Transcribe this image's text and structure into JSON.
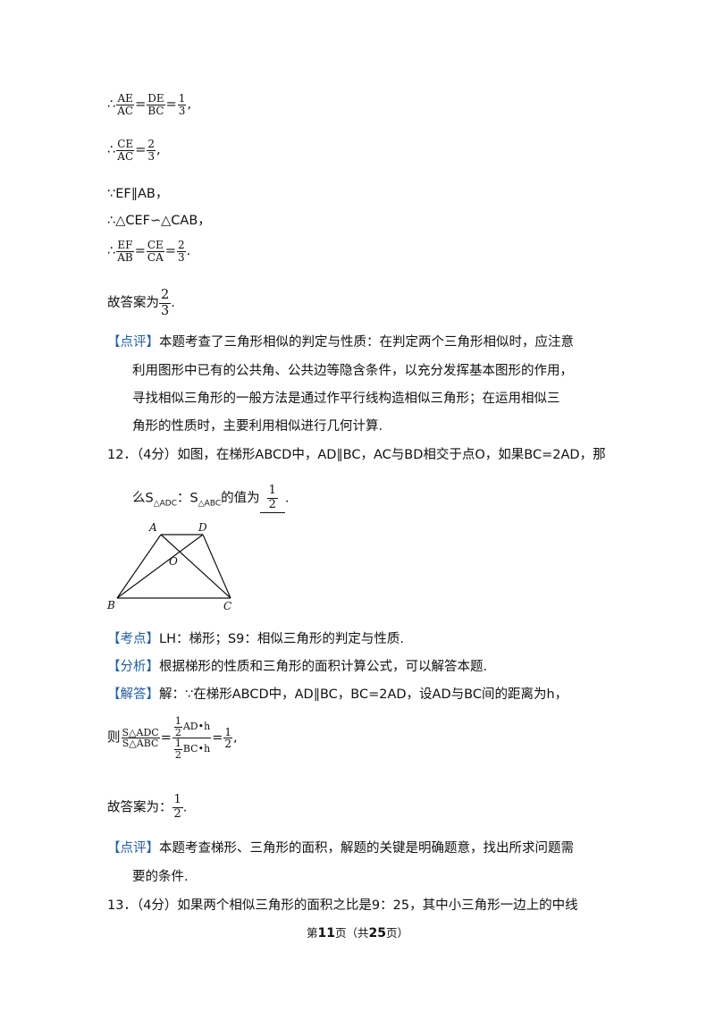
{
  "lines": {
    "l1": {
      "prefix": "∴",
      "f1n": "AE",
      "f1d": "AC",
      "eq1": "=",
      "f2n": "DE",
      "f2d": "BC",
      "eq2": "=",
      "f3n": "1",
      "f3d": "3",
      "tail": ","
    },
    "l2": {
      "prefix": "∴",
      "f1n": "CE",
      "f1d": "AC",
      "eq1": "=",
      "f2n": "2",
      "f2d": "3",
      "tail": ","
    },
    "l3": "∵EF∥AB，",
    "l4": "∴△CEF∽△CAB，",
    "l5": {
      "prefix": "∴",
      "f1n": "EF",
      "f1d": "AB",
      "eq1": "=",
      "f2n": "CE",
      "f2d": "CA",
      "eq2": "=",
      "f3n": "2",
      "f3d": "3",
      "tail": "."
    },
    "l6": {
      "text": "故答案为",
      "n": "2",
      "d": "3",
      "tail": "."
    }
  },
  "review1": {
    "tag": "【点评】",
    "text1": "本题考查了三角形相似的判定与性质：在判定两个三角形相似时，应注意",
    "text2": "利用图形中已有的公共角、公共边等隐含条件，以充分发挥基本图形的作用，",
    "text3": "寻找相似三角形的一般方法是通过作平行线构造相似三角形；在运用相似三",
    "text4": "角形的性质时，主要利用相似进行几何计算."
  },
  "q12": {
    "stem1": "12．（4分）如图，在梯形ABCD中，AD∥BC，AC与BD相交于点O，如果BC=2AD，那",
    "stem2a": "么S",
    "sub1": "△ADC",
    "stem2b": "：S",
    "sub2": "△ABC",
    "stem2c": "的值为",
    "ans_n": "1",
    "ans_d": "2",
    "stem2d": "."
  },
  "figure": {
    "A": "A",
    "D": "D",
    "O": "O",
    "B": "B",
    "C": "C"
  },
  "kaodian": {
    "tag": "【考点】",
    "text": "LH：梯形；S9：相似三角形的判定与性质."
  },
  "fenxi": {
    "tag": "【分析】",
    "text": "根据梯形的性质和三角形的面积计算公式，可以解答本题."
  },
  "jieda": {
    "tag": "【解答】",
    "text": "解：∵在梯形ABCD中，AD∥BC，BC=2AD，设AD与BC间的距离为h，"
  },
  "eq": {
    "prefix": "则",
    "lhs_n": "S△ADC",
    "lhs_d": "S△ABC",
    "eq1": "=",
    "top_half_n": "1",
    "top_half_d": "2",
    "top_rest": "AD•h",
    "bot_half_n": "1",
    "bot_half_d": "2",
    "bot_rest": "BC•h",
    "eq2": "=",
    "res_n": "1",
    "res_d": "2",
    "tail": ","
  },
  "answer2": {
    "text": "故答案为：",
    "n": "1",
    "d": "2",
    "tail": "."
  },
  "review2": {
    "tag": "【点评】",
    "text1": "本题考查梯形、三角形的面积，解题的关键是明确题意，找出所求问题需",
    "text2": "要的条件."
  },
  "q13": "13．（4分）如果两个相似三角形的面积之比是9：25，其中小三角形一边上的中线",
  "footer": {
    "a": "第",
    "page": "11",
    "b": "页（共",
    "total": "25",
    "c": "页）"
  }
}
